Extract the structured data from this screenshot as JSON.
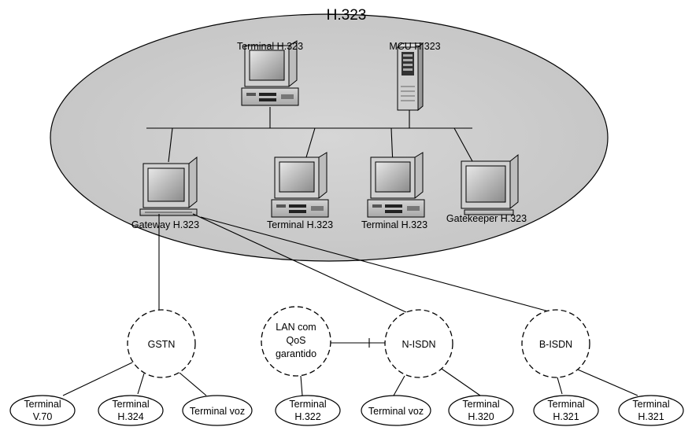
{
  "title": "H.323",
  "devices": {
    "terminal_top": "Terminal H.323",
    "mcu": "MCU H.323",
    "gateway": "Gateway H.323",
    "terminal_mid1": "Terminal H.323",
    "terminal_mid2": "Terminal H.323",
    "gatekeeper": "Gatekeeper H.323"
  },
  "networks": {
    "gstn": "GSTN",
    "lan": [
      "LAN com",
      "QoS",
      "garantido"
    ],
    "nisdn": "N-ISDN",
    "bisdn": "B-ISDN"
  },
  "terminals": [
    [
      "Terminal",
      "V.70"
    ],
    [
      "Terminal",
      "H.324"
    ],
    [
      "Terminal voz"
    ],
    [
      "Terminal",
      "H.322"
    ],
    [
      "Terminal voz"
    ],
    [
      "Terminal",
      "H.320"
    ],
    [
      "Terminal",
      "H.321"
    ],
    [
      "Terminal",
      "H.321"
    ]
  ]
}
